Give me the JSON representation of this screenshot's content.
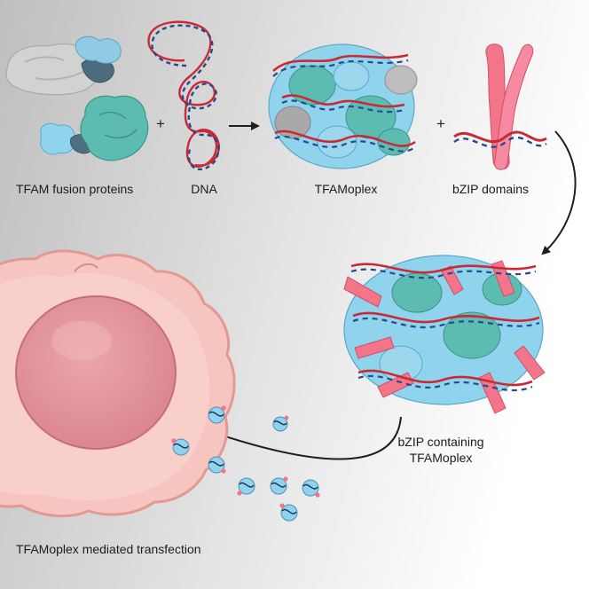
{
  "labels": {
    "fusion": "TFAM fusion proteins",
    "dna": "DNA",
    "tfamoplex": "TFAMoplex",
    "bzip": "bZIP domains",
    "bzip_complex_line1": "bZIP containing",
    "bzip_complex_line2": "TFAMoplex",
    "transfection": "TFAMoplex mediated transfection"
  },
  "operators": {
    "plus1": "+",
    "plus2": "+"
  },
  "colors": {
    "background_left": "#bdbdbd",
    "background_right": "#ffffff",
    "protein_light_blue": "#8fd3ec",
    "protein_teal": "#58b9ad",
    "protein_grey": "#c9c9c9",
    "dna_red": "#c92a35",
    "dna_blue": "#254b8e",
    "bzip_pink": "#f2758a",
    "cell_membrane": "#f2b1ad",
    "cell_nucleus": "#e08e94"
  }
}
